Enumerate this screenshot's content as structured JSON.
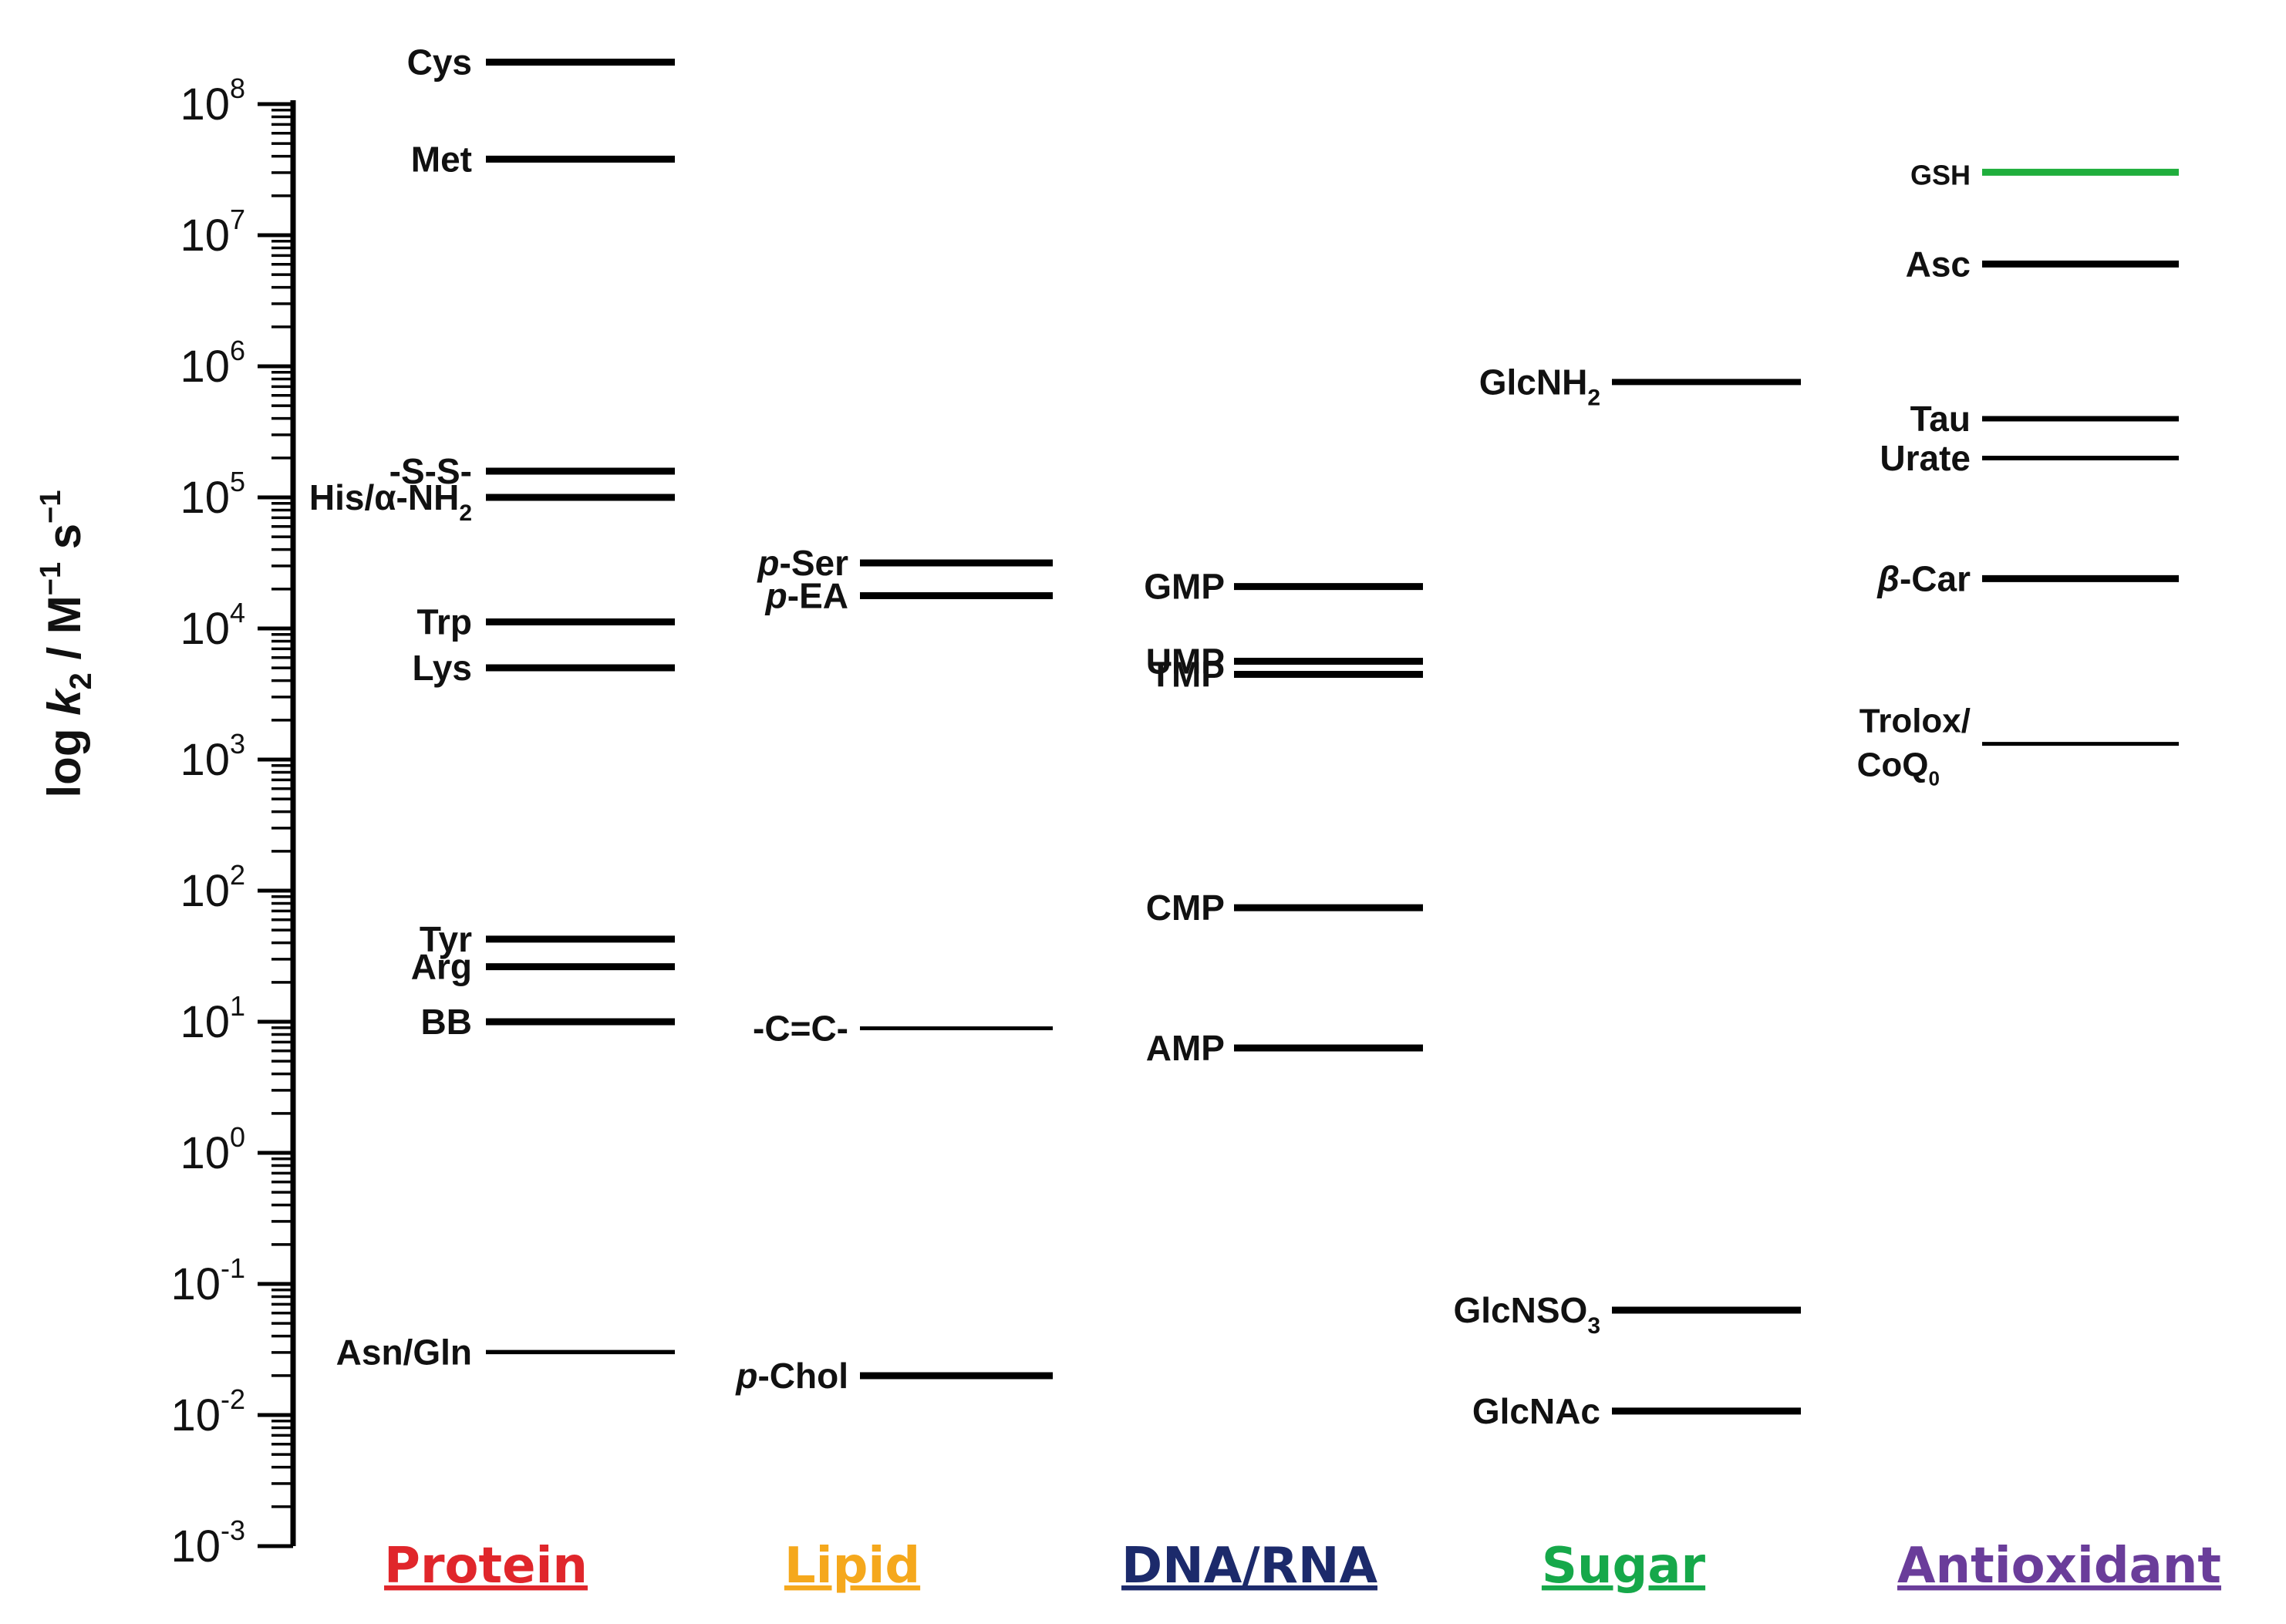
{
  "chart_data": {
    "type": "scatter",
    "ylabel": "log k2 / M−1 s−1",
    "ylabel_parts": {
      "prefix": "log ",
      "k": "k",
      "k_sub": "2",
      "unit": " / M",
      "m_exp": "−1",
      "s": " s",
      "s_exp": "−1"
    },
    "yscale": "log",
    "ylim_exponents": [
      -3,
      8
    ],
    "yticks": [
      {
        "base": "10",
        "exp": "8",
        "value": 8
      },
      {
        "base": "10",
        "exp": "7",
        "value": 7
      },
      {
        "base": "10",
        "exp": "6",
        "value": 6
      },
      {
        "base": "10",
        "exp": "5",
        "value": 5
      },
      {
        "base": "10",
        "exp": "4",
        "value": 4
      },
      {
        "base": "10",
        "exp": "3",
        "value": 3
      },
      {
        "base": "10",
        "exp": "2",
        "value": 2
      },
      {
        "base": "10",
        "exp": "1",
        "value": 1
      },
      {
        "base": "10",
        "exp": "0",
        "value": 0
      },
      {
        "base": "10",
        "exp": "-1",
        "value": -1
      },
      {
        "base": "10",
        "exp": "-2",
        "value": -2
      },
      {
        "base": "10",
        "exp": "-3",
        "value": -3
      }
    ],
    "categories": [
      {
        "name": "Protein",
        "color": "#e0262b",
        "entries": [
          {
            "label": "Cys",
            "log_k2": 8.32
          },
          {
            "label": "Met",
            "log_k2": 7.58
          },
          {
            "label": "-S-S-",
            "log_k2": 5.2
          },
          {
            "label": "His/α-NH",
            "label_sub": "2",
            "log_k2": 5.0
          },
          {
            "label": "Trp",
            "log_k2": 4.05
          },
          {
            "label": "Lys",
            "log_k2": 3.7
          },
          {
            "label": "Tyr",
            "log_k2": 1.63
          },
          {
            "label": "Arg",
            "log_k2": 1.42
          },
          {
            "label": "BB",
            "log_k2": 1.0
          },
          {
            "label": "Asn/Gln",
            "log_k2": -1.52
          }
        ]
      },
      {
        "name": "Lipid",
        "color": "#f5a81c",
        "entries": [
          {
            "label": "p-Ser",
            "label_italic_prefix": "p",
            "log_k2": 4.5
          },
          {
            "label": "p-EA",
            "label_italic_prefix": "p",
            "log_k2": 4.25
          },
          {
            "label": "-C=C-",
            "log_k2": 0.95
          },
          {
            "label": "p-Chol",
            "label_italic_prefix": "p",
            "log_k2": -1.7
          }
        ]
      },
      {
        "name": "DNA/RNA",
        "color": "#1c2a6b",
        "entries": [
          {
            "label": "GMP",
            "log_k2": 4.32
          },
          {
            "label": "UMP",
            "log_k2": 3.75
          },
          {
            "label": "TMP",
            "log_k2": 3.65
          },
          {
            "label": "CMP",
            "log_k2": 1.87
          },
          {
            "label": "AMP",
            "log_k2": 0.8
          }
        ]
      },
      {
        "name": "Sugar",
        "color": "#16a84a",
        "entries": [
          {
            "label": "GlcNH",
            "label_sub": "2",
            "log_k2": 5.88
          },
          {
            "label": "GlcNSO",
            "label_sub": "3",
            "log_k2": -1.2
          },
          {
            "label": "GlcNAc",
            "log_k2": -1.97
          }
        ]
      },
      {
        "name": "Antioxidant",
        "color": "#6a3d9a",
        "entries": [
          {
            "label": "GSH",
            "log_k2": 7.48,
            "line_color": "#1fae3c"
          },
          {
            "label": "Asc",
            "log_k2": 6.78
          },
          {
            "label": "Tau",
            "log_k2": 5.6
          },
          {
            "label": "Urate",
            "log_k2": 5.3
          },
          {
            "label": "β-Car",
            "label_italic_prefix": "β",
            "log_k2": 4.38
          },
          {
            "label": "Trolox/",
            "label_line2": "CoQ",
            "label_line2_sub": "0",
            "log_k2": 3.12
          }
        ]
      }
    ]
  }
}
